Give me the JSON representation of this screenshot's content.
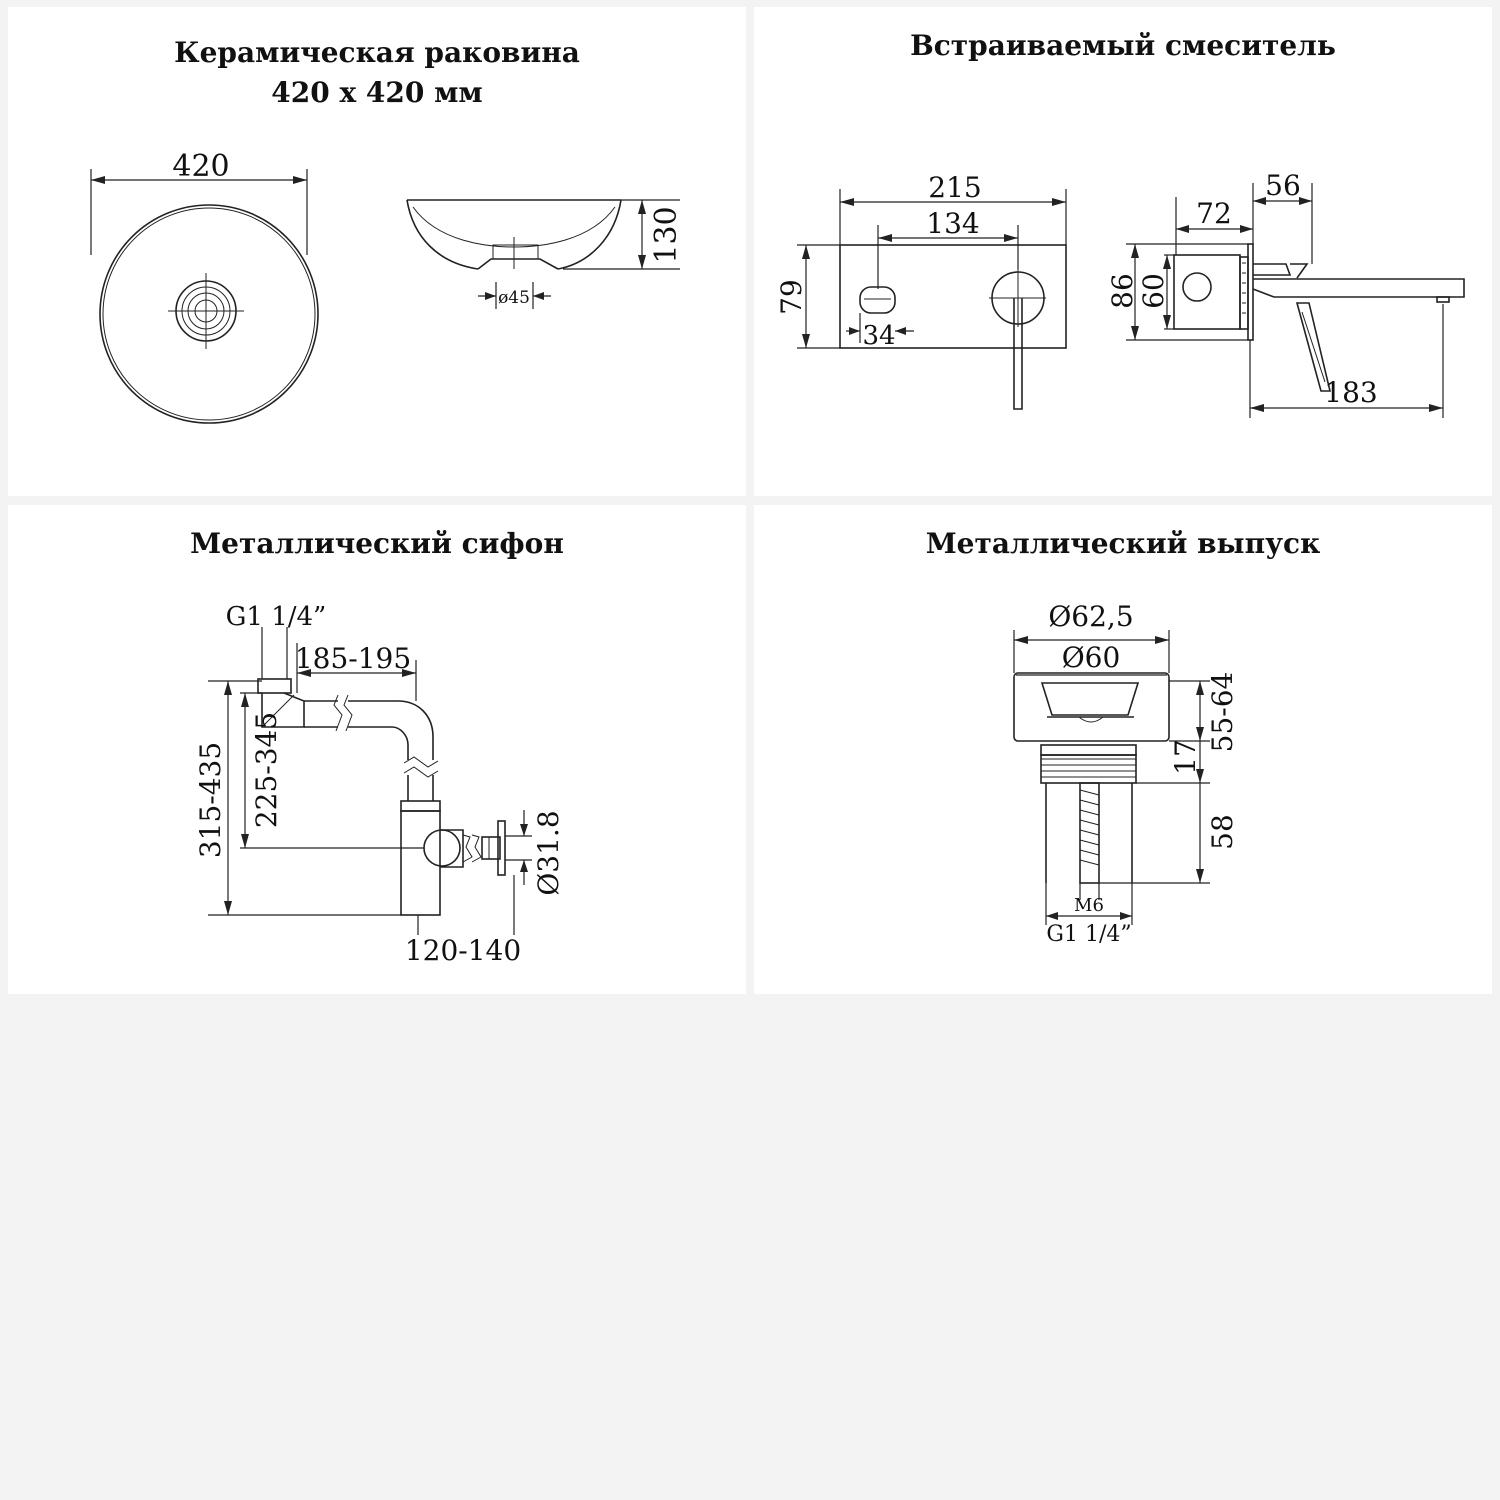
{
  "panels": {
    "sink": {
      "title_line1": "Керамическая раковина",
      "title_line2": "420 х 420 мм",
      "dims": {
        "diameter": "420",
        "height": "130",
        "drain": "ø45"
      }
    },
    "mixer": {
      "title": "Встраиваемый смеситель",
      "dims": {
        "width": "215",
        "spacing": "134",
        "height": "79",
        "spout_w": "34",
        "d56": "56",
        "d72": "72",
        "d86": "86",
        "d60": "60",
        "reach": "183"
      }
    },
    "siphon": {
      "title": "Металлический сифон",
      "dims": {
        "thread": "G1 1/4”",
        "reach": "185-195",
        "total_h": "315-435",
        "inlet_h": "225-345",
        "pipe_d": "Ø31.8",
        "offset": "120-140"
      }
    },
    "drain": {
      "title": "Металлический выпуск",
      "dims": {
        "d_outer": "Ø62,5",
        "d_inner": "Ø60",
        "h_cap": "55-64",
        "h_17": "17",
        "h_58": "58",
        "screw": "M6",
        "thread": "G1 1/4”"
      }
    }
  }
}
